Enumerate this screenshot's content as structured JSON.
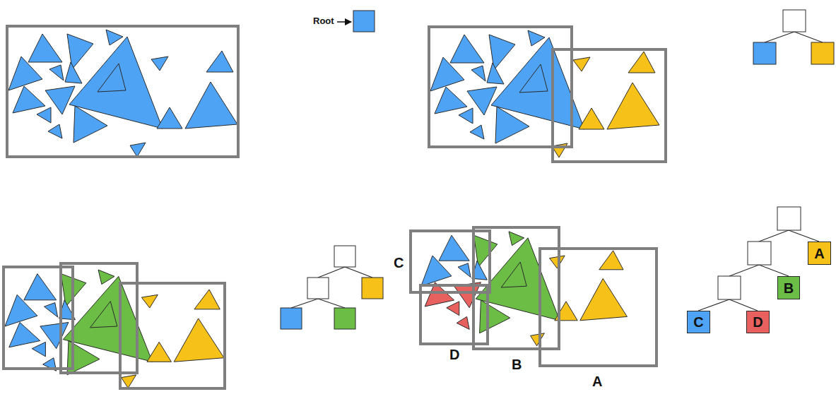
{
  "diagram": {
    "nodes": [
      {
        "text": [
          "A"
        ]
      },
      {
        "text": [
          "B"
        ]
      },
      {
        "text": [
          "C"
        ]
      },
      {
        "text": [
          "D"
        ]
      }
    ],
    "labels": [
      "Root",
      "C",
      "D",
      "B",
      "A"
    ]
  }
}
